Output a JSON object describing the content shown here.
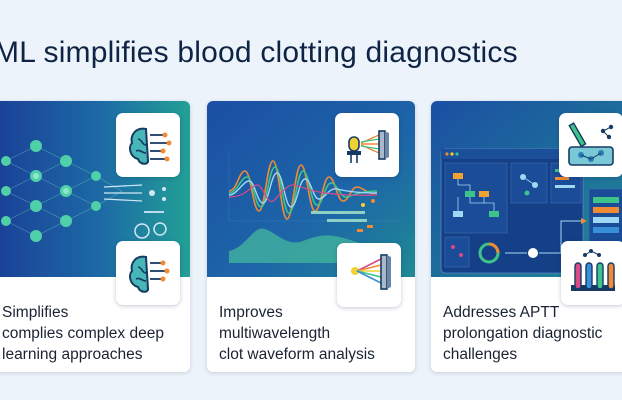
{
  "title": "ML simplifies blood clotting diagnostics",
  "cards": [
    {
      "text": "Simplifies\ncomplies complex deep\nlearning approaches",
      "badge_top_icon": "brain-circuit-icon",
      "badge_bottom_icon": "brain-circuit-icon"
    },
    {
      "text": "Improves\nmultiwavelength\nclot waveform analysis",
      "badge_top_icon": "light-sensor-icon",
      "badge_bottom_icon": "light-spectrum-icon"
    },
    {
      "text": "Addresses APTT\nprolongation diagnostic\nchallenges",
      "badge_top_icon": "microscope-slide-icon",
      "badge_bottom_icon": "test-tubes-icon"
    }
  ],
  "colors": {
    "background": "#edf3fb",
    "panel_dark": "#1b4fa3",
    "panel_teal": "#1f8a93",
    "accent_green": "#3cc48a",
    "accent_orange": "#f08a34",
    "text": "#1a2233"
  }
}
